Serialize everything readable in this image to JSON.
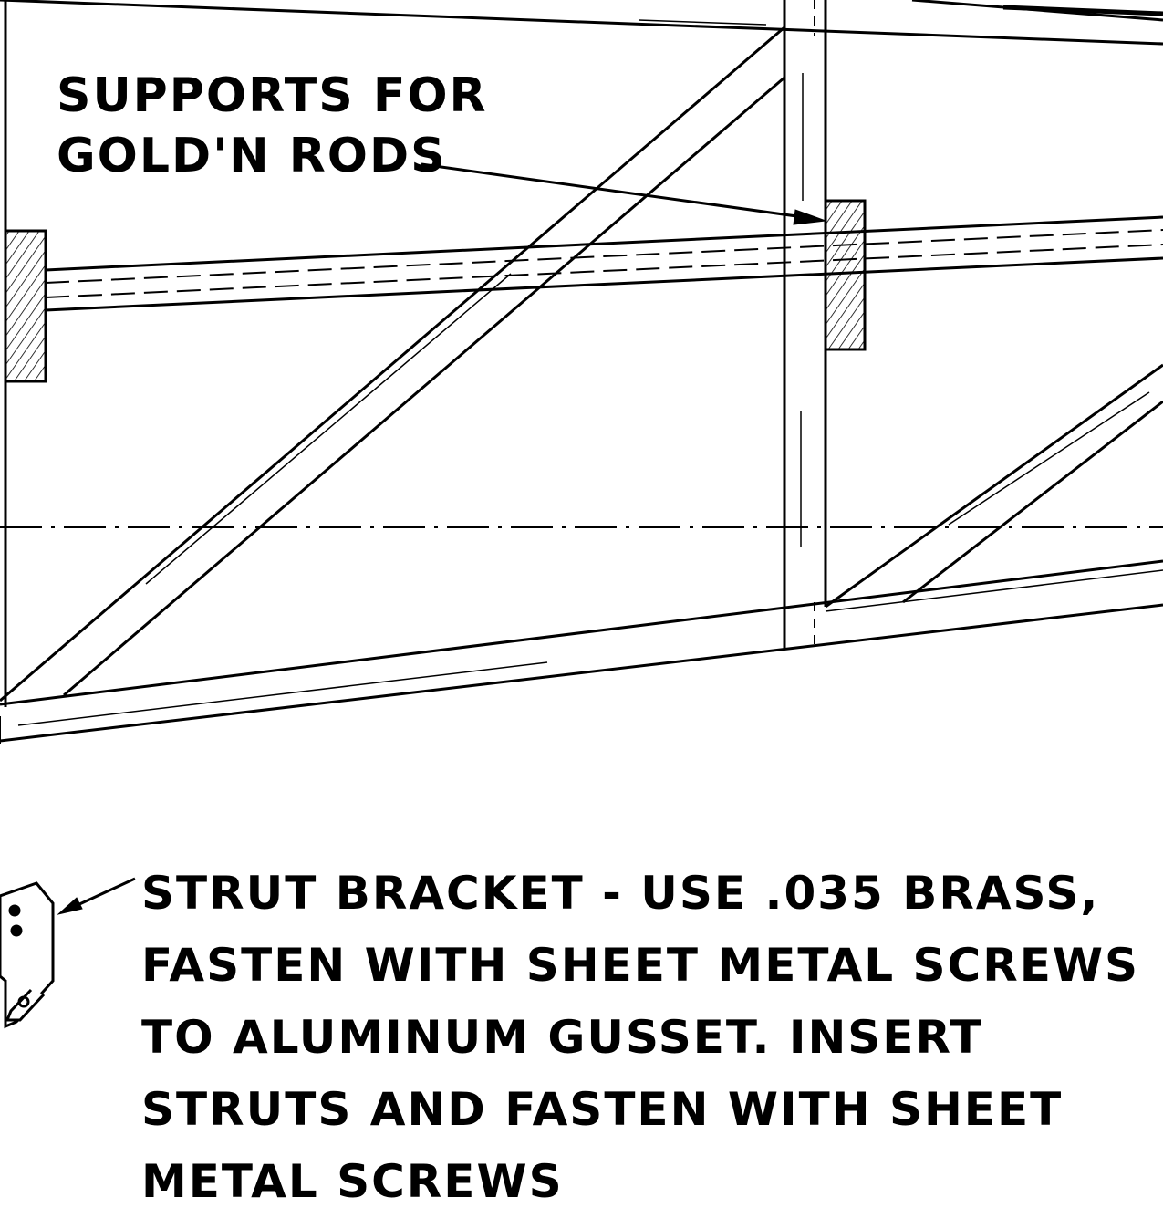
{
  "labels": {
    "supports": [
      "SUPPORTS FOR",
      "GOLD'N RODS"
    ],
    "bracket_note": [
      "STRUT BRACKET - USE .035 BRASS,",
      "FASTEN WITH SHEET METAL SCREWS",
      "TO ALUMINUM GUSSET. INSERT",
      "STRUTS AND FASTEN WITH SHEET",
      "METAL SCREWS"
    ]
  },
  "colors": {
    "ink": "#000000",
    "paper": "#ffffff"
  }
}
